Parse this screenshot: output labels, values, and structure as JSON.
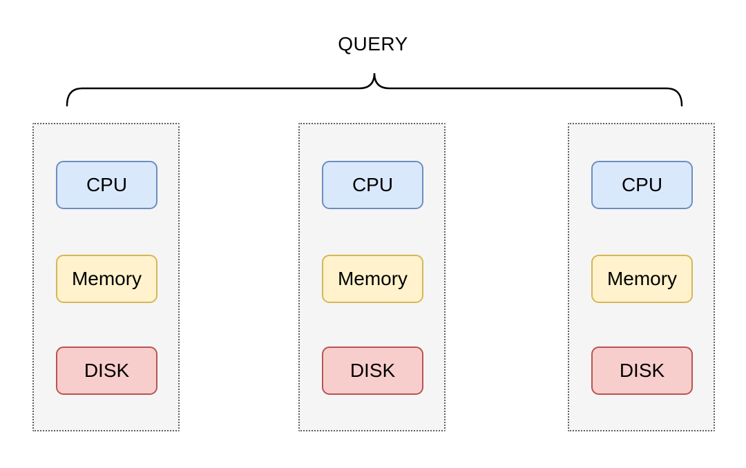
{
  "diagram": {
    "title": "QUERY",
    "brace": {
      "name": "query-fanout-brace",
      "color": "#000000"
    },
    "colors": {
      "container_fill": "#f5f5f5",
      "container_border": "#5f5f5f",
      "cpu_fill": "#dae8fc",
      "cpu_border": "#6c8ebf",
      "memory_fill": "#fff2cc",
      "memory_border": "#d6b656",
      "disk_fill": "#f8cecc",
      "disk_border": "#b85450",
      "background": "#ffffff",
      "text": "#000000"
    },
    "nodes": [
      {
        "name": "node-1",
        "components": [
          {
            "label": "CPU"
          },
          {
            "label": "Memory"
          },
          {
            "label": "DISK"
          }
        ]
      },
      {
        "name": "node-2",
        "components": [
          {
            "label": "CPU"
          },
          {
            "label": "Memory"
          },
          {
            "label": "DISK"
          }
        ]
      },
      {
        "name": "node-3",
        "components": [
          {
            "label": "CPU"
          },
          {
            "label": "Memory"
          },
          {
            "label": "DISK"
          }
        ]
      }
    ]
  }
}
